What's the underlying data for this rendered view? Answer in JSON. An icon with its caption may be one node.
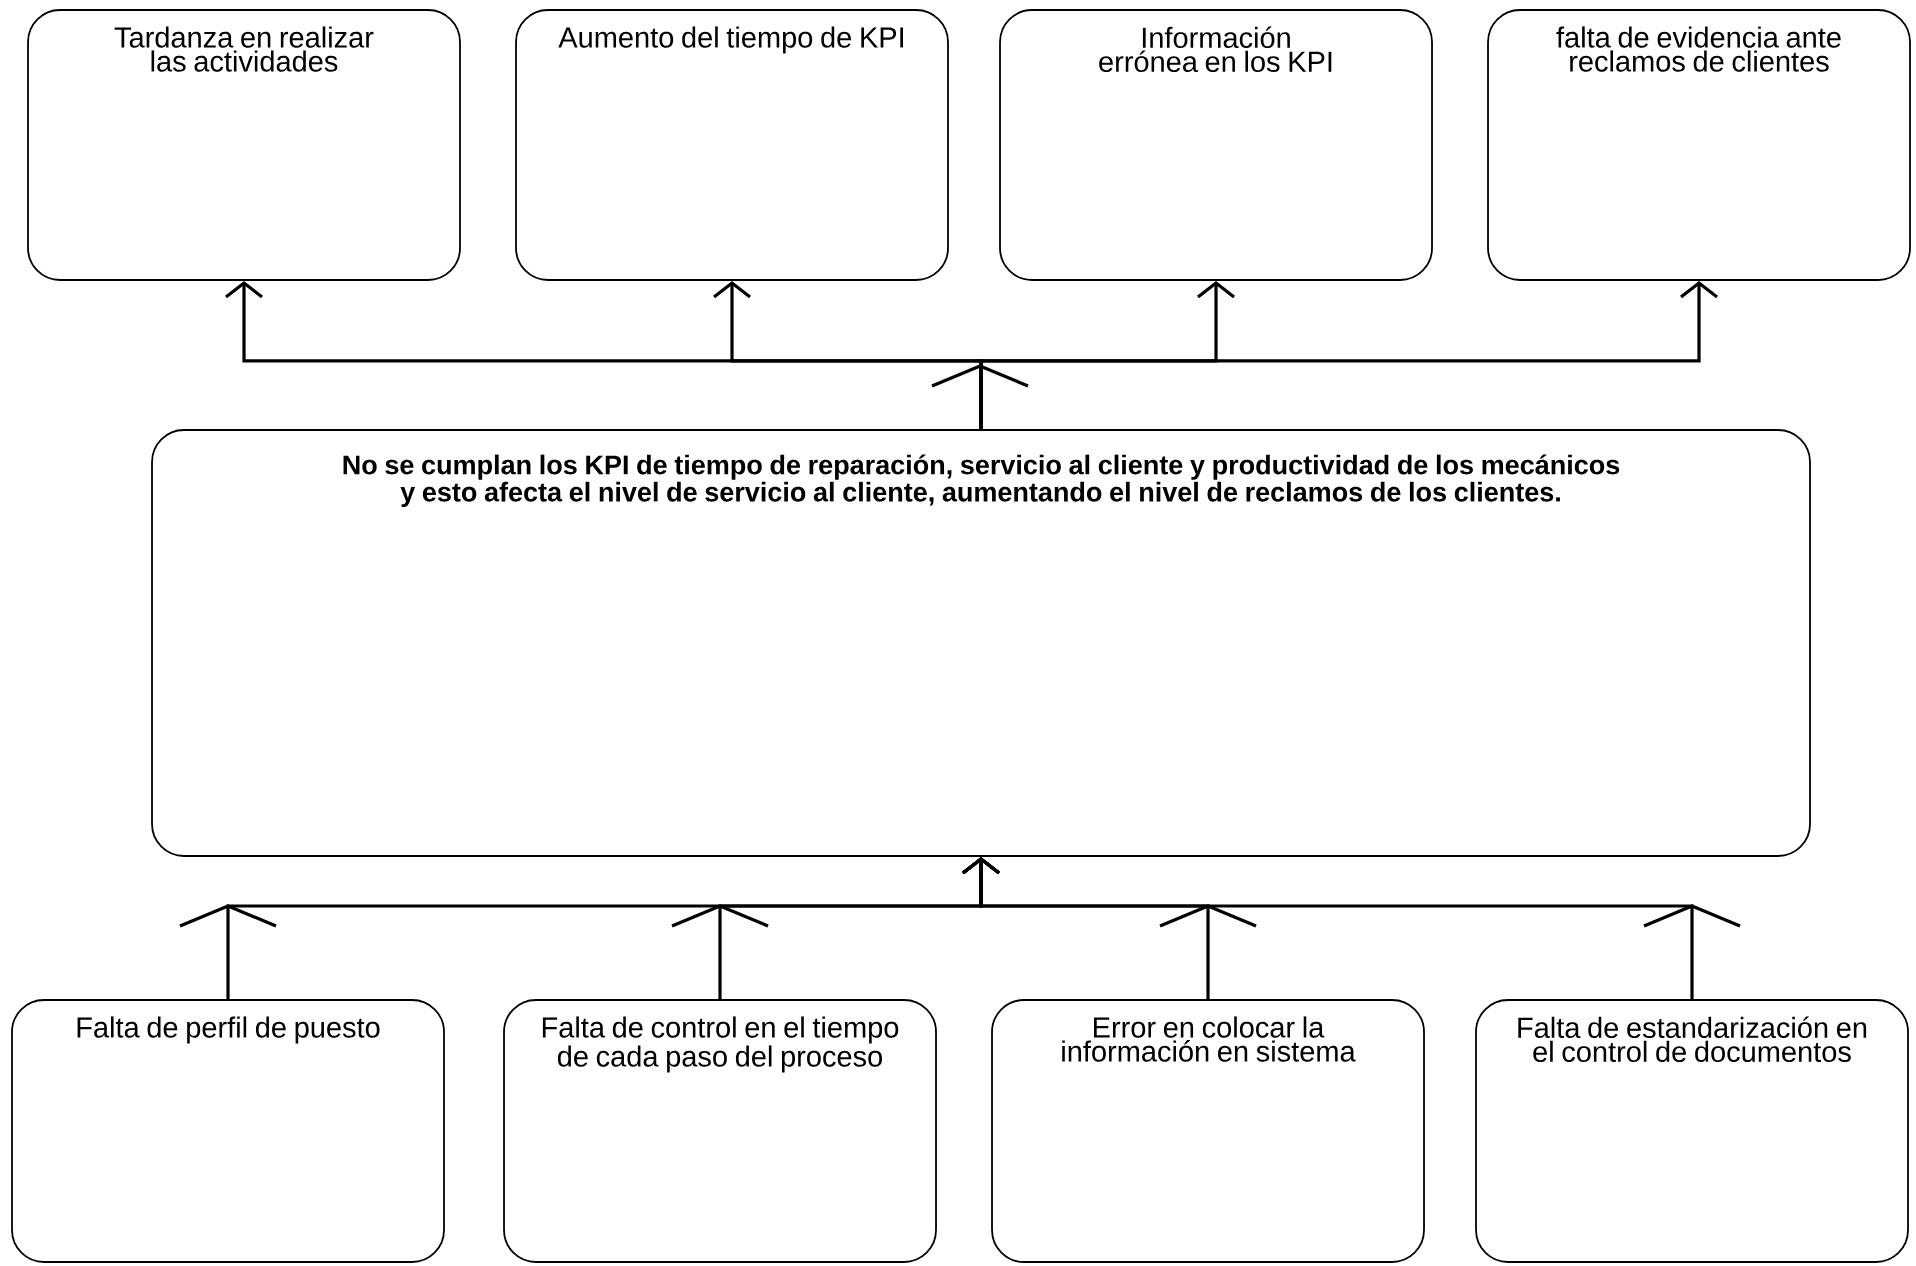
{
  "diagram": {
    "nodes": [
      {
        "text": [
          "Tardanza en realizar las actividades"
        ]
      },
      {
        "text": [
          "Aumento del tiempo de KPI"
        ]
      },
      {
        "text": [
          "Información errónea en los KPI"
        ]
      },
      {
        "text": [
          "falta de evidencia ante reclamos de clientes"
        ]
      },
      {
        "text": [
          "No se cumplan los KPI de tiempo de reparación, servicio al cliente y productividad de los mecánicos y esto afecta el nivel de servicio al cliente, aumentando el nivel de reclamos de los clientes."
        ]
      },
      {
        "text": [
          "Falta de perfil de puesto"
        ]
      },
      {
        "text": [
          "Falta de control en el tiempo de cada paso del proceso"
        ]
      },
      {
        "text": [
          "Error en colocar la información en sistema"
        ]
      },
      {
        "text": [
          "Falta de estandarización en el control de documentos"
        ]
      }
    ],
    "edges": [
      {
        "from": 4,
        "to": 0,
        "arrow": "to"
      },
      {
        "from": 4,
        "to": 1,
        "arrow": "to"
      },
      {
        "from": 4,
        "to": 2,
        "arrow": "to"
      },
      {
        "from": 4,
        "to": 3,
        "arrow": "to"
      },
      {
        "from": 5,
        "to": 4,
        "arrow": "to"
      },
      {
        "from": 6,
        "to": 4,
        "arrow": "to"
      },
      {
        "from": 7,
        "to": 4,
        "arrow": "to"
      },
      {
        "from": 8,
        "to": 4,
        "arrow": "to"
      }
    ]
  }
}
